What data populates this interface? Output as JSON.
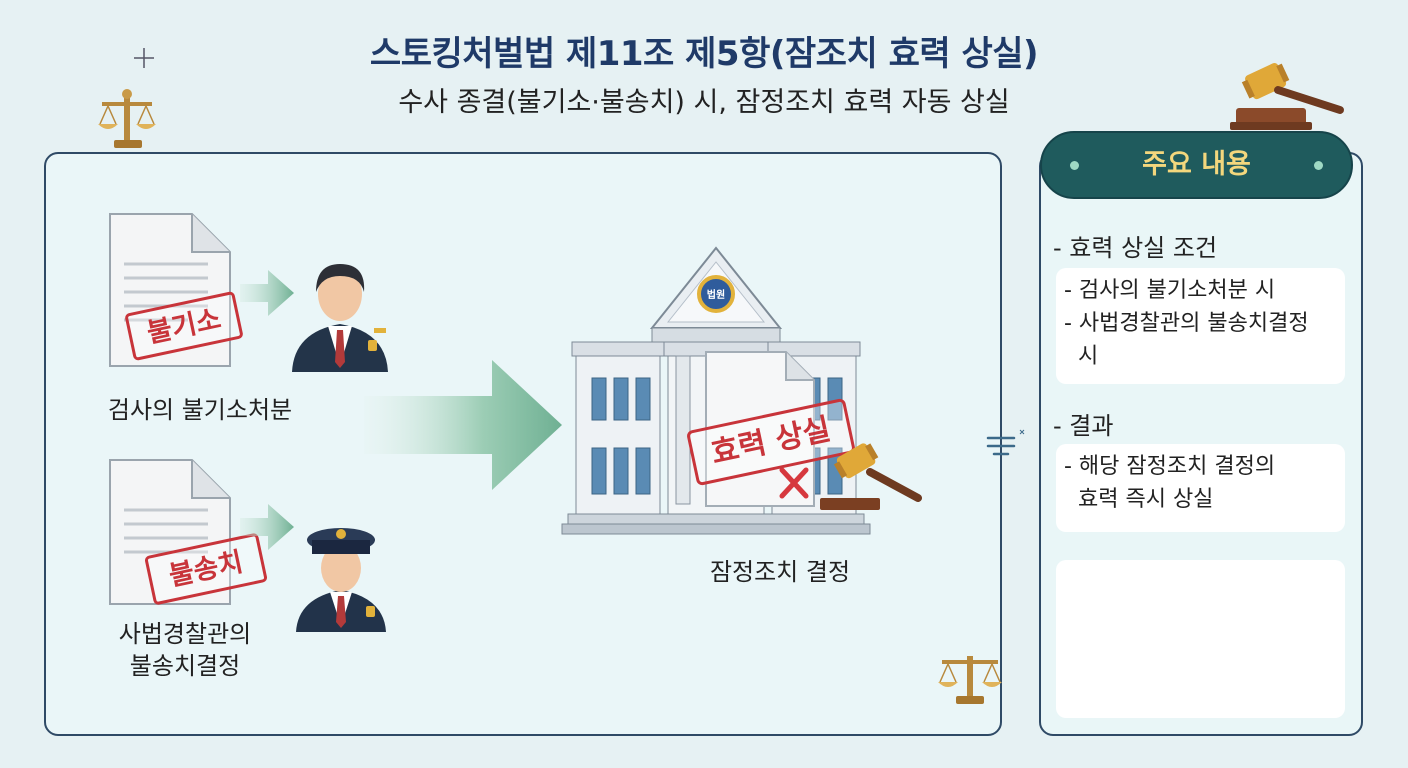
{
  "header": {
    "title": "스토킹처벌법 제11조 제5항(잠조치 효력 상실)",
    "subtitle": "수사 종결(불기소·불송치) 시, 잠정조치 효력 자동 상실"
  },
  "flow": {
    "prosecutor_stamp": "불기소",
    "prosecutor_label": "검사의 불기소처분",
    "police_stamp": "불송치",
    "police_label_line1": "사법경찰관의",
    "police_label_line2": "불송치결정",
    "court_emblem": "법원",
    "court_stamp": "효력 상실",
    "court_label": "잠정조치 결정"
  },
  "sidebar": {
    "title": "주요 내용",
    "section1_title": "- 효력 상실 조건",
    "section1_items": [
      "- 검사의 불기소처분 시",
      "- 사법경찰관의 불송치결정",
      "시"
    ],
    "section2_title": "- 결과",
    "section2_items": [
      "- 해당 잠정조치 결정의",
      "효력 즉시 상실"
    ]
  },
  "colors": {
    "title": "#1f3a68",
    "panel_border": "#2f4a66",
    "ribbon": "#1f5b5d",
    "ribbon_text": "#f3d77d",
    "stamp_red": "#c8343a",
    "arrow_green": "#6fb093"
  },
  "icons": [
    "document-icon",
    "prosecutor-icon",
    "police-officer-icon",
    "court-building-icon",
    "gavel-icon",
    "scales-icon"
  ]
}
